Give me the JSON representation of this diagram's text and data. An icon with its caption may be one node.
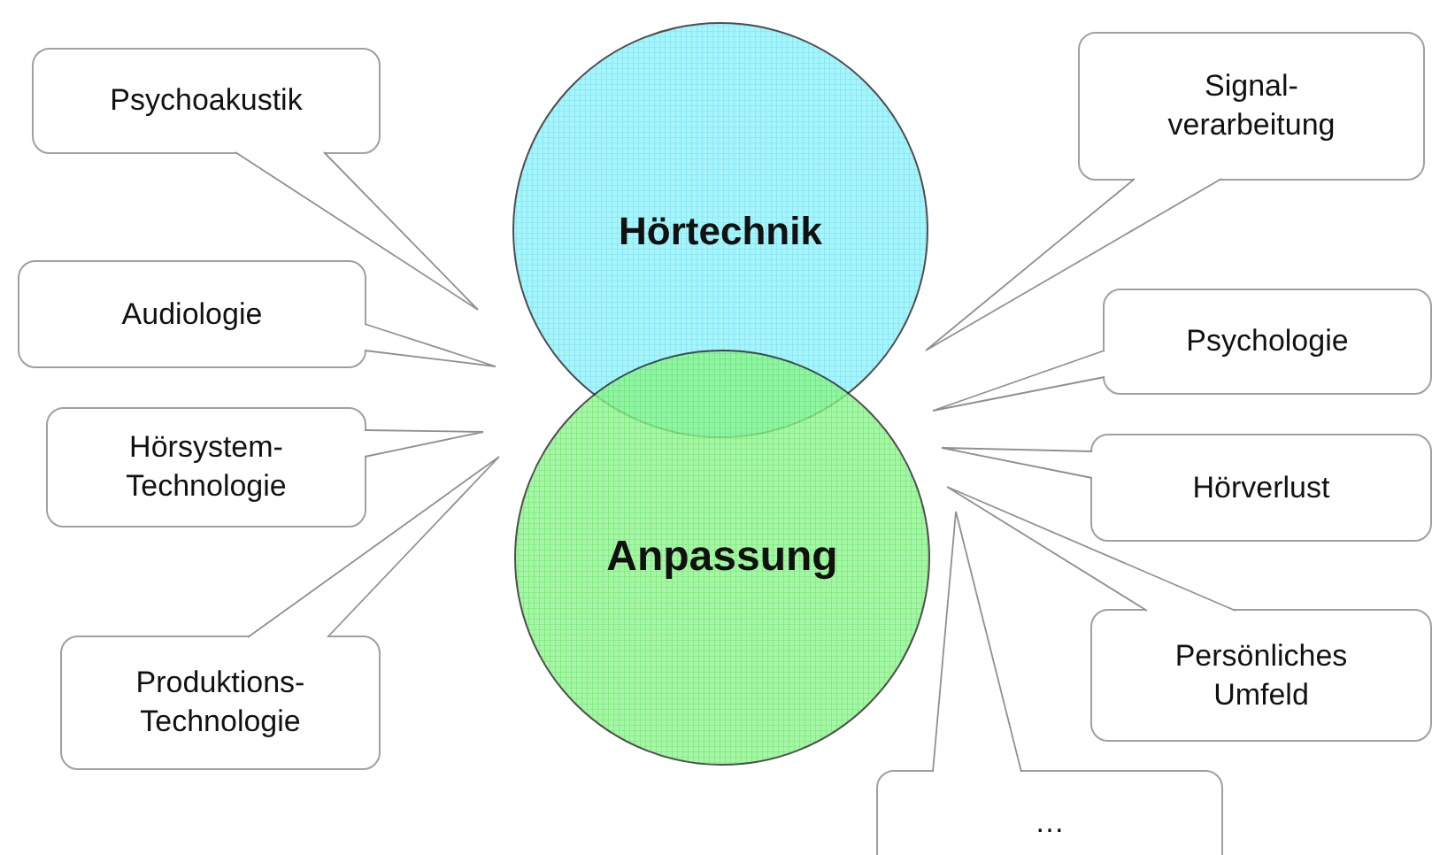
{
  "diagram": {
    "nodes": [
      {
        "text": [
          "Hörtechnik"
        ]
      },
      {
        "text": [
          "Anpassung"
        ]
      },
      {
        "text": [
          "Psychoakustik"
        ]
      },
      {
        "text": [
          "Audiologie"
        ]
      },
      {
        "text": [
          "Hörsystem-Technologie"
        ]
      },
      {
        "text": [
          "Produktions-Technologie"
        ]
      },
      {
        "text": [
          "Signal-verarbeitung"
        ]
      },
      {
        "text": [
          "Psychologie"
        ]
      },
      {
        "text": [
          "Hörverlust"
        ]
      },
      {
        "text": [
          "Persönliches Umfeld"
        ]
      },
      {
        "text": [
          "…"
        ]
      }
    ],
    "edges": [
      {
        "from": 2,
        "to": null,
        "arrow": "none"
      },
      {
        "from": 3,
        "to": null,
        "arrow": "none"
      },
      {
        "from": 4,
        "to": null,
        "arrow": "none"
      },
      {
        "from": 5,
        "to": null,
        "arrow": "none"
      },
      {
        "from": 6,
        "to": null,
        "arrow": "none"
      },
      {
        "from": 7,
        "to": null,
        "arrow": "none"
      },
      {
        "from": 8,
        "to": null,
        "arrow": "none"
      },
      {
        "from": 9,
        "to": null,
        "arrow": "none"
      },
      {
        "from": 10,
        "to": null,
        "arrow": "none"
      }
    ]
  }
}
